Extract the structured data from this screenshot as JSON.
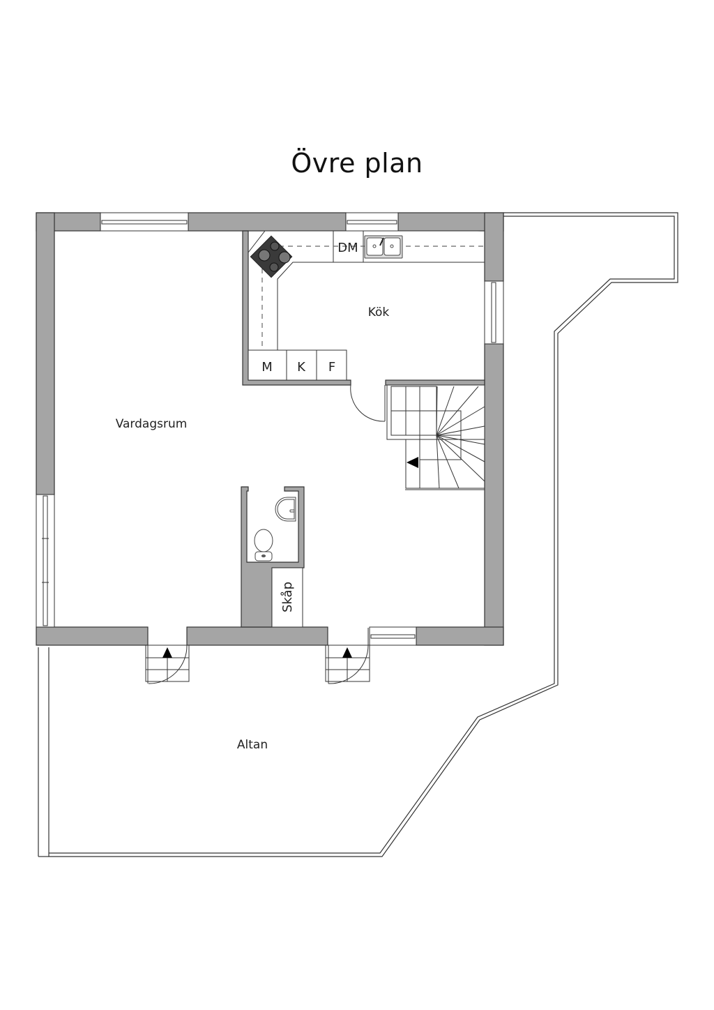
{
  "title": "Övre plan",
  "colors": {
    "wall": "#a5a5a5",
    "line": "#333333",
    "background": "#ffffff"
  },
  "rooms": {
    "living_room": "Vardagsrum",
    "kitchen": "Kök",
    "deck": "Altan"
  },
  "fixtures": {
    "dishwasher": "DM",
    "microwave": "M",
    "fridge": "K",
    "freezer": "F",
    "closet": "Skåp"
  },
  "icons": [
    "stove-icon",
    "double-sink-icon",
    "washbasin-icon",
    "toilet-icon",
    "staircase-icon",
    "stair-direction-arrow-icon",
    "door-swing-icon",
    "window-icon"
  ]
}
